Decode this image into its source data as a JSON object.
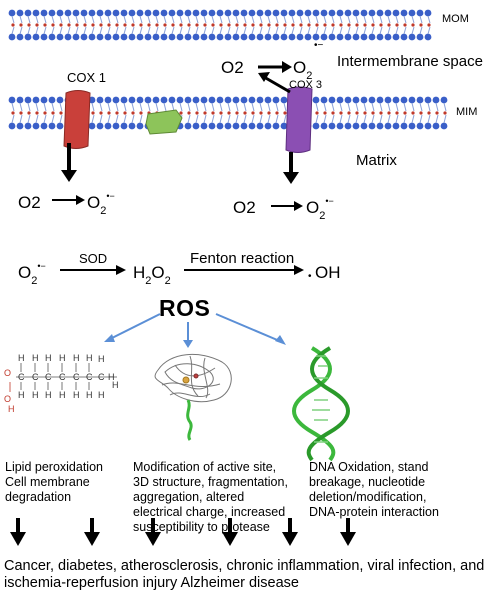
{
  "membranes": {
    "outer_label": "MOM",
    "inner_label": "MIM",
    "intermembrane_label": "Intermembrane space",
    "matrix_label": "Matrix"
  },
  "complexes": {
    "cox1_label": "COX 1",
    "cox3_label": "COX 3",
    "colors": {
      "cox1": "#c9403a",
      "middle": "#8dc45a",
      "cox3": "#8b4fb3"
    }
  },
  "reactions": {
    "o2": "O2",
    "o_symbol": "O",
    "sub2": "2",
    "superoxide_charge": "•−",
    "sod_label": "SOD",
    "h2o2_h": "H",
    "h2o2_o": "O",
    "fenton_label": "Fenton reaction",
    "oh_label": "OH",
    "radical_dot": "•"
  },
  "ros_label": "ROS",
  "targets": {
    "lipid": "Lipid peroxidation Cell membrane degradation",
    "protein": "Modification of active site, 3D structure, fragmentation, aggregation, altered electrical charge, increased susceptibility to protease",
    "dna": "DNA Oxidation, stand breakage, nucleotide  deletion/modification, DNA-protein interaction"
  },
  "lipid_structure": {
    "h": "H",
    "c": "C",
    "o": "O"
  },
  "outcome": "Cancer, diabetes, atherosclerosis, chronic inflammation, viral infection, and ischemia-reperfusion injury Alzheimer disease",
  "colors": {
    "lipid_head": "#3a5fc8",
    "lipid_tail_dot": "#c0392b",
    "ros_arrow": "#5b8fd6",
    "dna_green": "#3cb83c"
  }
}
